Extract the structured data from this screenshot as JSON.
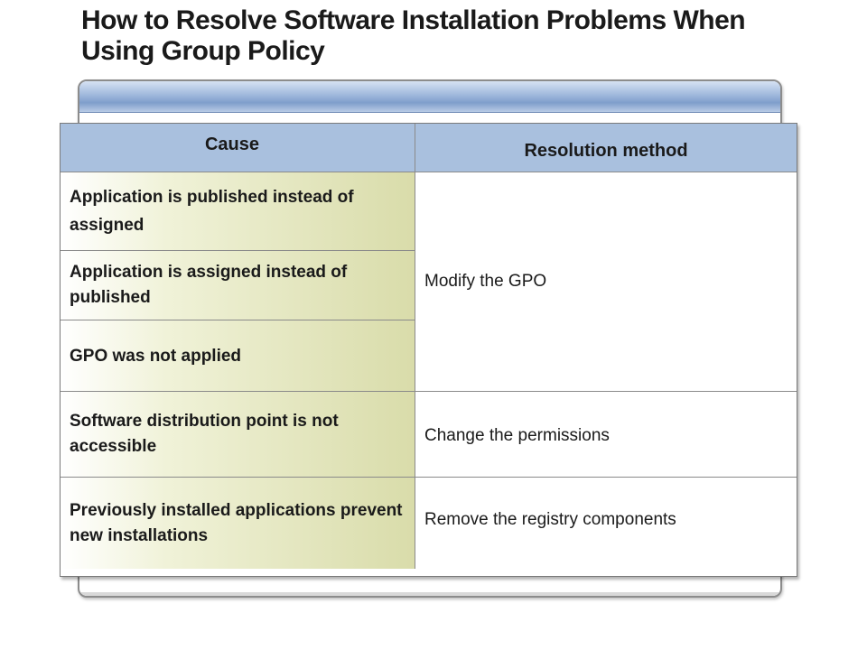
{
  "slide": {
    "title": "How to Resolve Software Installation Problems When Using Group Policy"
  },
  "table": {
    "headers": {
      "cause": "Cause",
      "resolution": "Resolution method"
    },
    "causes": [
      "Application is published instead of assigned",
      "Application is assigned instead of published",
      "GPO was not applied",
      "Software distribution point is not accessible",
      "Previously installed applications prevent new installations"
    ],
    "resolutions": [
      "Modify the GPO",
      "Change the permissions",
      "Remove the registry components"
    ]
  },
  "colors": {
    "header_fill": "#a9c0de",
    "cause_fill": "#d9dcaa",
    "frame_bar": "#7f9ecb",
    "border": "#8a8a8a"
  }
}
